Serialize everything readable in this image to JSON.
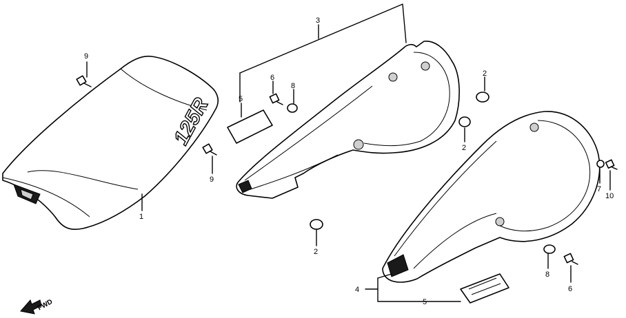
{
  "logo_text": "125R",
  "fwd_label": "FWD",
  "callouts": [
    {
      "id": "c1",
      "text": "1"
    },
    {
      "id": "c2a",
      "text": "2"
    },
    {
      "id": "c2b",
      "text": "2"
    },
    {
      "id": "c2c",
      "text": "2"
    },
    {
      "id": "c3",
      "text": "3"
    },
    {
      "id": "c4",
      "text": "4"
    },
    {
      "id": "c5a",
      "text": "5"
    },
    {
      "id": "c5b",
      "text": "5"
    },
    {
      "id": "c6a",
      "text": "6"
    },
    {
      "id": "c6b",
      "text": "6"
    },
    {
      "id": "c7",
      "text": "7"
    },
    {
      "id": "c8a",
      "text": "8"
    },
    {
      "id": "c8b",
      "text": "8"
    },
    {
      "id": "c9a",
      "text": "9"
    },
    {
      "id": "c9b",
      "text": "9"
    },
    {
      "id": "c10",
      "text": "10"
    }
  ]
}
